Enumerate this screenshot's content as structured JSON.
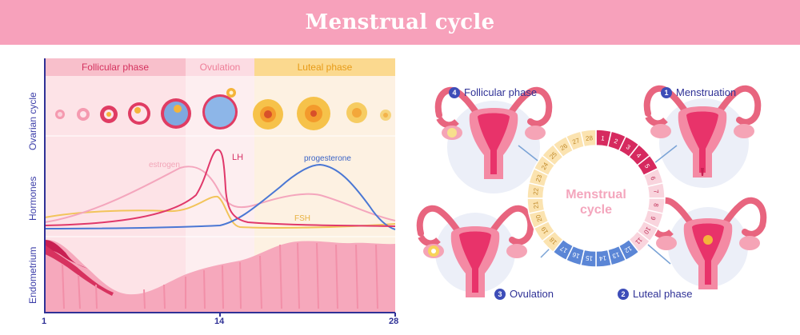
{
  "title": "Menstrual cycle",
  "chart": {
    "phases": {
      "follicular": "Follicular phase",
      "ovulation": "Ovulation",
      "luteal": "Luteal phase"
    },
    "row_labels": {
      "ovarian": "Ovarian cycle",
      "hormones": "Hormones",
      "endometrium": "Endometrium"
    },
    "curve_labels": {
      "estrogen": "estrogen",
      "lh": "LH",
      "progesterone": "progesterone",
      "fsh": "FSH"
    },
    "x_ticks": [
      "1",
      "14",
      "28"
    ],
    "colors": {
      "estrogen": "#f4a6bd",
      "lh": "#e0386a",
      "progesterone": "#4a77d4",
      "fsh": "#f2c45a"
    }
  },
  "wheel": {
    "center_line1": "Menstrual",
    "center_line2": "cycle",
    "days": [
      "1",
      "2",
      "3",
      "4",
      "5",
      "6",
      "7",
      "8",
      "9",
      "10",
      "11",
      "12",
      "13",
      "14",
      "15",
      "16",
      "17",
      "18",
      "19",
      "20",
      "21",
      "22",
      "23",
      "24",
      "25",
      "26",
      "27",
      "28"
    ]
  },
  "stages": [
    {
      "num": "1",
      "label": "Menstruation"
    },
    {
      "num": "2",
      "label": "Luteal phase"
    },
    {
      "num": "3",
      "label": "Ovulation"
    },
    {
      "num": "4",
      "label": "Follicular phase"
    }
  ]
}
